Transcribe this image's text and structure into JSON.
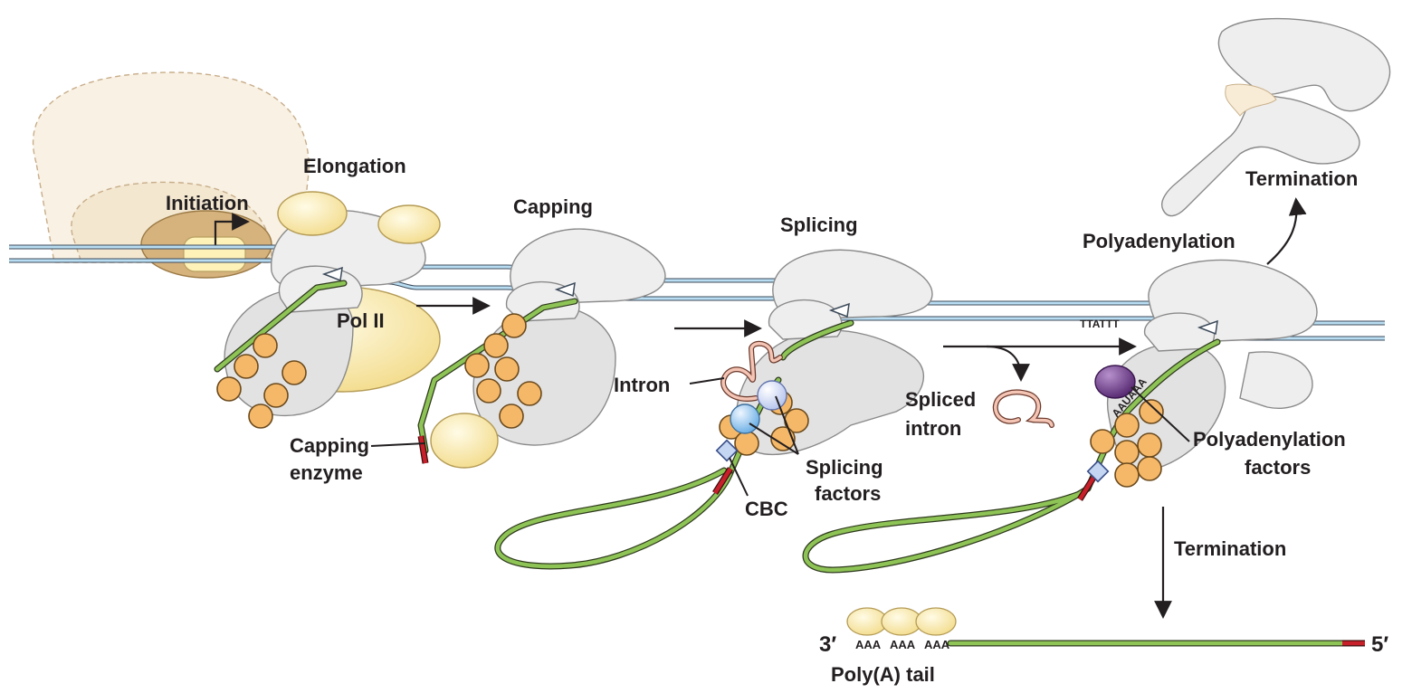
{
  "labels": {
    "elongation": "Elongation",
    "initiation": "Initiation",
    "pol_ii": "Pol II",
    "capping": "Capping",
    "capping_enzyme_line1": "Capping",
    "capping_enzyme_line2": "enzyme",
    "splicing": "Splicing",
    "intron": "Intron",
    "splicing_factors_line1": "Splicing",
    "splicing_factors_line2": "factors",
    "cbc": "CBC",
    "spliced_intron_line1": "Spliced",
    "spliced_intron_line2": "intron",
    "polyadenylation": "Polyadenylation",
    "termination_top": "Termination",
    "termination_bottom": "Termination",
    "polyadenylation_factors_line1": "Polyadenylation",
    "polyadenylation_factors_line2": "factors",
    "signal_dna": "TTATTT",
    "signal_rna": "AAUAAA",
    "poly_a_tail": "Poly(A) tail",
    "end_3prime": "3′",
    "end_5prime": "5′",
    "aaa_1": "AAA",
    "aaa_2": "AAA",
    "aaa_3": "AAA"
  },
  "colors": {
    "mrna": "#8ec356",
    "cap": "#c8202a",
    "dna": "#b9ddf2",
    "polymerase": "#eeeeee",
    "beads": "#f5b868",
    "yellow_factors": "#f8e7a4",
    "splicing_factors": "#9ccbef",
    "polyadenylation_factor": "#7a3f94",
    "intron": "#f4c4b4",
    "cbc": "#c5d6f3"
  }
}
